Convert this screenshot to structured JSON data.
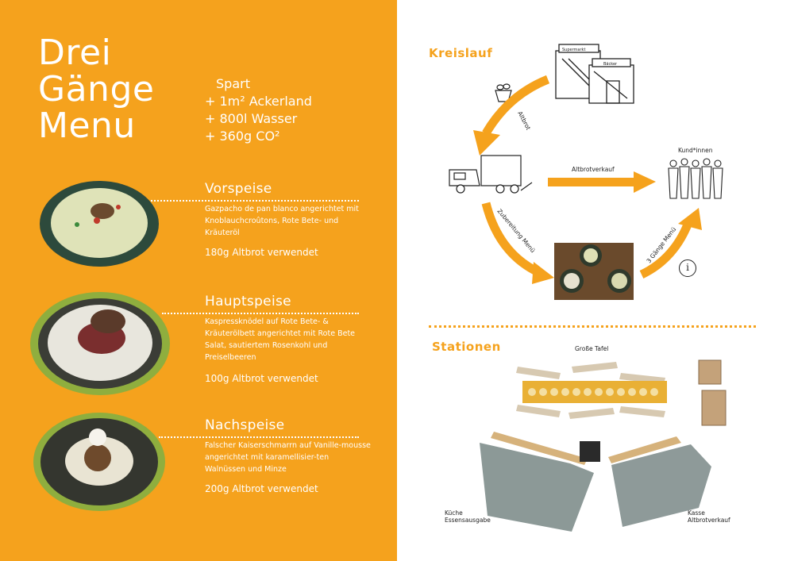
{
  "left": {
    "title_lines": [
      "Drei",
      "Gänge",
      "Menu"
    ],
    "saved_lines": [
      "Spart",
      "+ 1m² Ackerland",
      "+ 800l Wasser",
      "+ 360g CO²"
    ],
    "courses": [
      {
        "name": "Vorspeise",
        "desc": "Gazpacho de pan blanco angerichtet mit Knoblauchcroûtons, Rote Bete- und Kräuteröl",
        "used": "180g Altbrot verwendet"
      },
      {
        "name": "Hauptspeise",
        "desc": "Kaspressknödel auf Rote Bete- & Kräuterölbett angerichtet mit Rote Bete Salat, sautiertem Rosenkohl und Preiselbeeren",
        "used": "100g Altbrot verwendet"
      },
      {
        "name": "Nachspeise",
        "desc": "Falscher Kaiserschmarrn auf Vanille-mousse angerichtet mit karamellisier-ten Walnüssen und Minze",
        "used": "200g Altbrot verwendet"
      }
    ]
  },
  "right": {
    "cycle_title": "Kreislauf",
    "stations_title": "Stationen",
    "shop_signs": [
      "Supermarkt",
      "Bäcker"
    ],
    "arrows": {
      "altbrot": "Altbrot",
      "altbrotverkauf": "Altbrotverkauf",
      "zubereitung": "Zubereitung Menü",
      "gaenge": "3 Gänge Menü"
    },
    "customers": "Kund*innen",
    "info_symbol": "i",
    "stations": {
      "tafel": "Große Tafel",
      "kueche": [
        "Küche",
        "Essensausgabe"
      ],
      "kasse": [
        "Kasse",
        "Altbrotverkauf"
      ]
    }
  },
  "colors": {
    "accent": "#f5a21d",
    "ink": "#222222"
  }
}
